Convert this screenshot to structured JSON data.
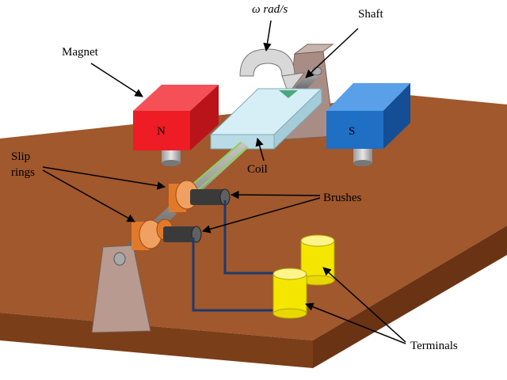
{
  "labels": {
    "omega": "ω rad/s",
    "shaft": "Shaft",
    "magnet": "Magnet",
    "slip_line1": "Slip",
    "slip_line2": "rings",
    "coil": "Coil",
    "brushes": "Brushes",
    "terminals": "Terminals"
  },
  "poles": {
    "north": "N",
    "south": "S"
  },
  "colors": {
    "board_top": "#a0582c",
    "board_front": "#7a3e18",
    "board_side": "#6a3414",
    "magnet_red": "#ee1c24",
    "magnet_blue": "#1f6fc5",
    "coil": "#c8e8f0",
    "slip_ring": "#e07a2a",
    "terminal": "#f5e600",
    "wire": "#1f3a6b",
    "brush": "#3a3a3a"
  }
}
